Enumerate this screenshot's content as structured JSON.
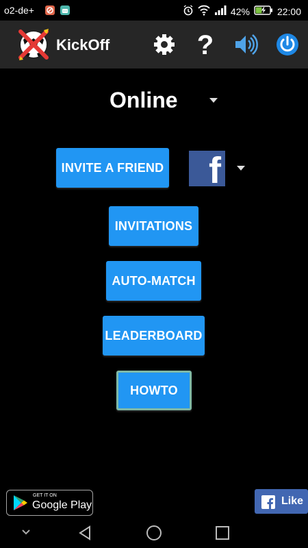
{
  "status_bar": {
    "carrier": "o2-de+",
    "battery": "42%",
    "time": "22:00"
  },
  "app_bar": {
    "title": "KickOff",
    "icons": [
      "settings-gear-icon",
      "help-question-icon",
      "sound-speaker-icon",
      "power-icon"
    ]
  },
  "mode": {
    "selected": "Online"
  },
  "buttons": {
    "invite_friend": "INVITE A FRIEND",
    "invitations": "INVITATIONS",
    "auto_match": "AUTO-MATCH",
    "leaderboard": "LEADERBOARD",
    "howto": "HOWTO"
  },
  "facebook": {
    "icon_letter": "f",
    "like_label": "Like"
  },
  "google_play": {
    "small_text": "GET IT ON",
    "big_text": "Google Play"
  },
  "colors": {
    "background": "#000000",
    "app_bar": "#262626",
    "button_blue": "#2196f3",
    "howto_border": "#7fb9a6",
    "facebook_blue": "#3b5998",
    "power_blue": "#1e88e5",
    "speaker_blue": "#4fa3e8"
  }
}
